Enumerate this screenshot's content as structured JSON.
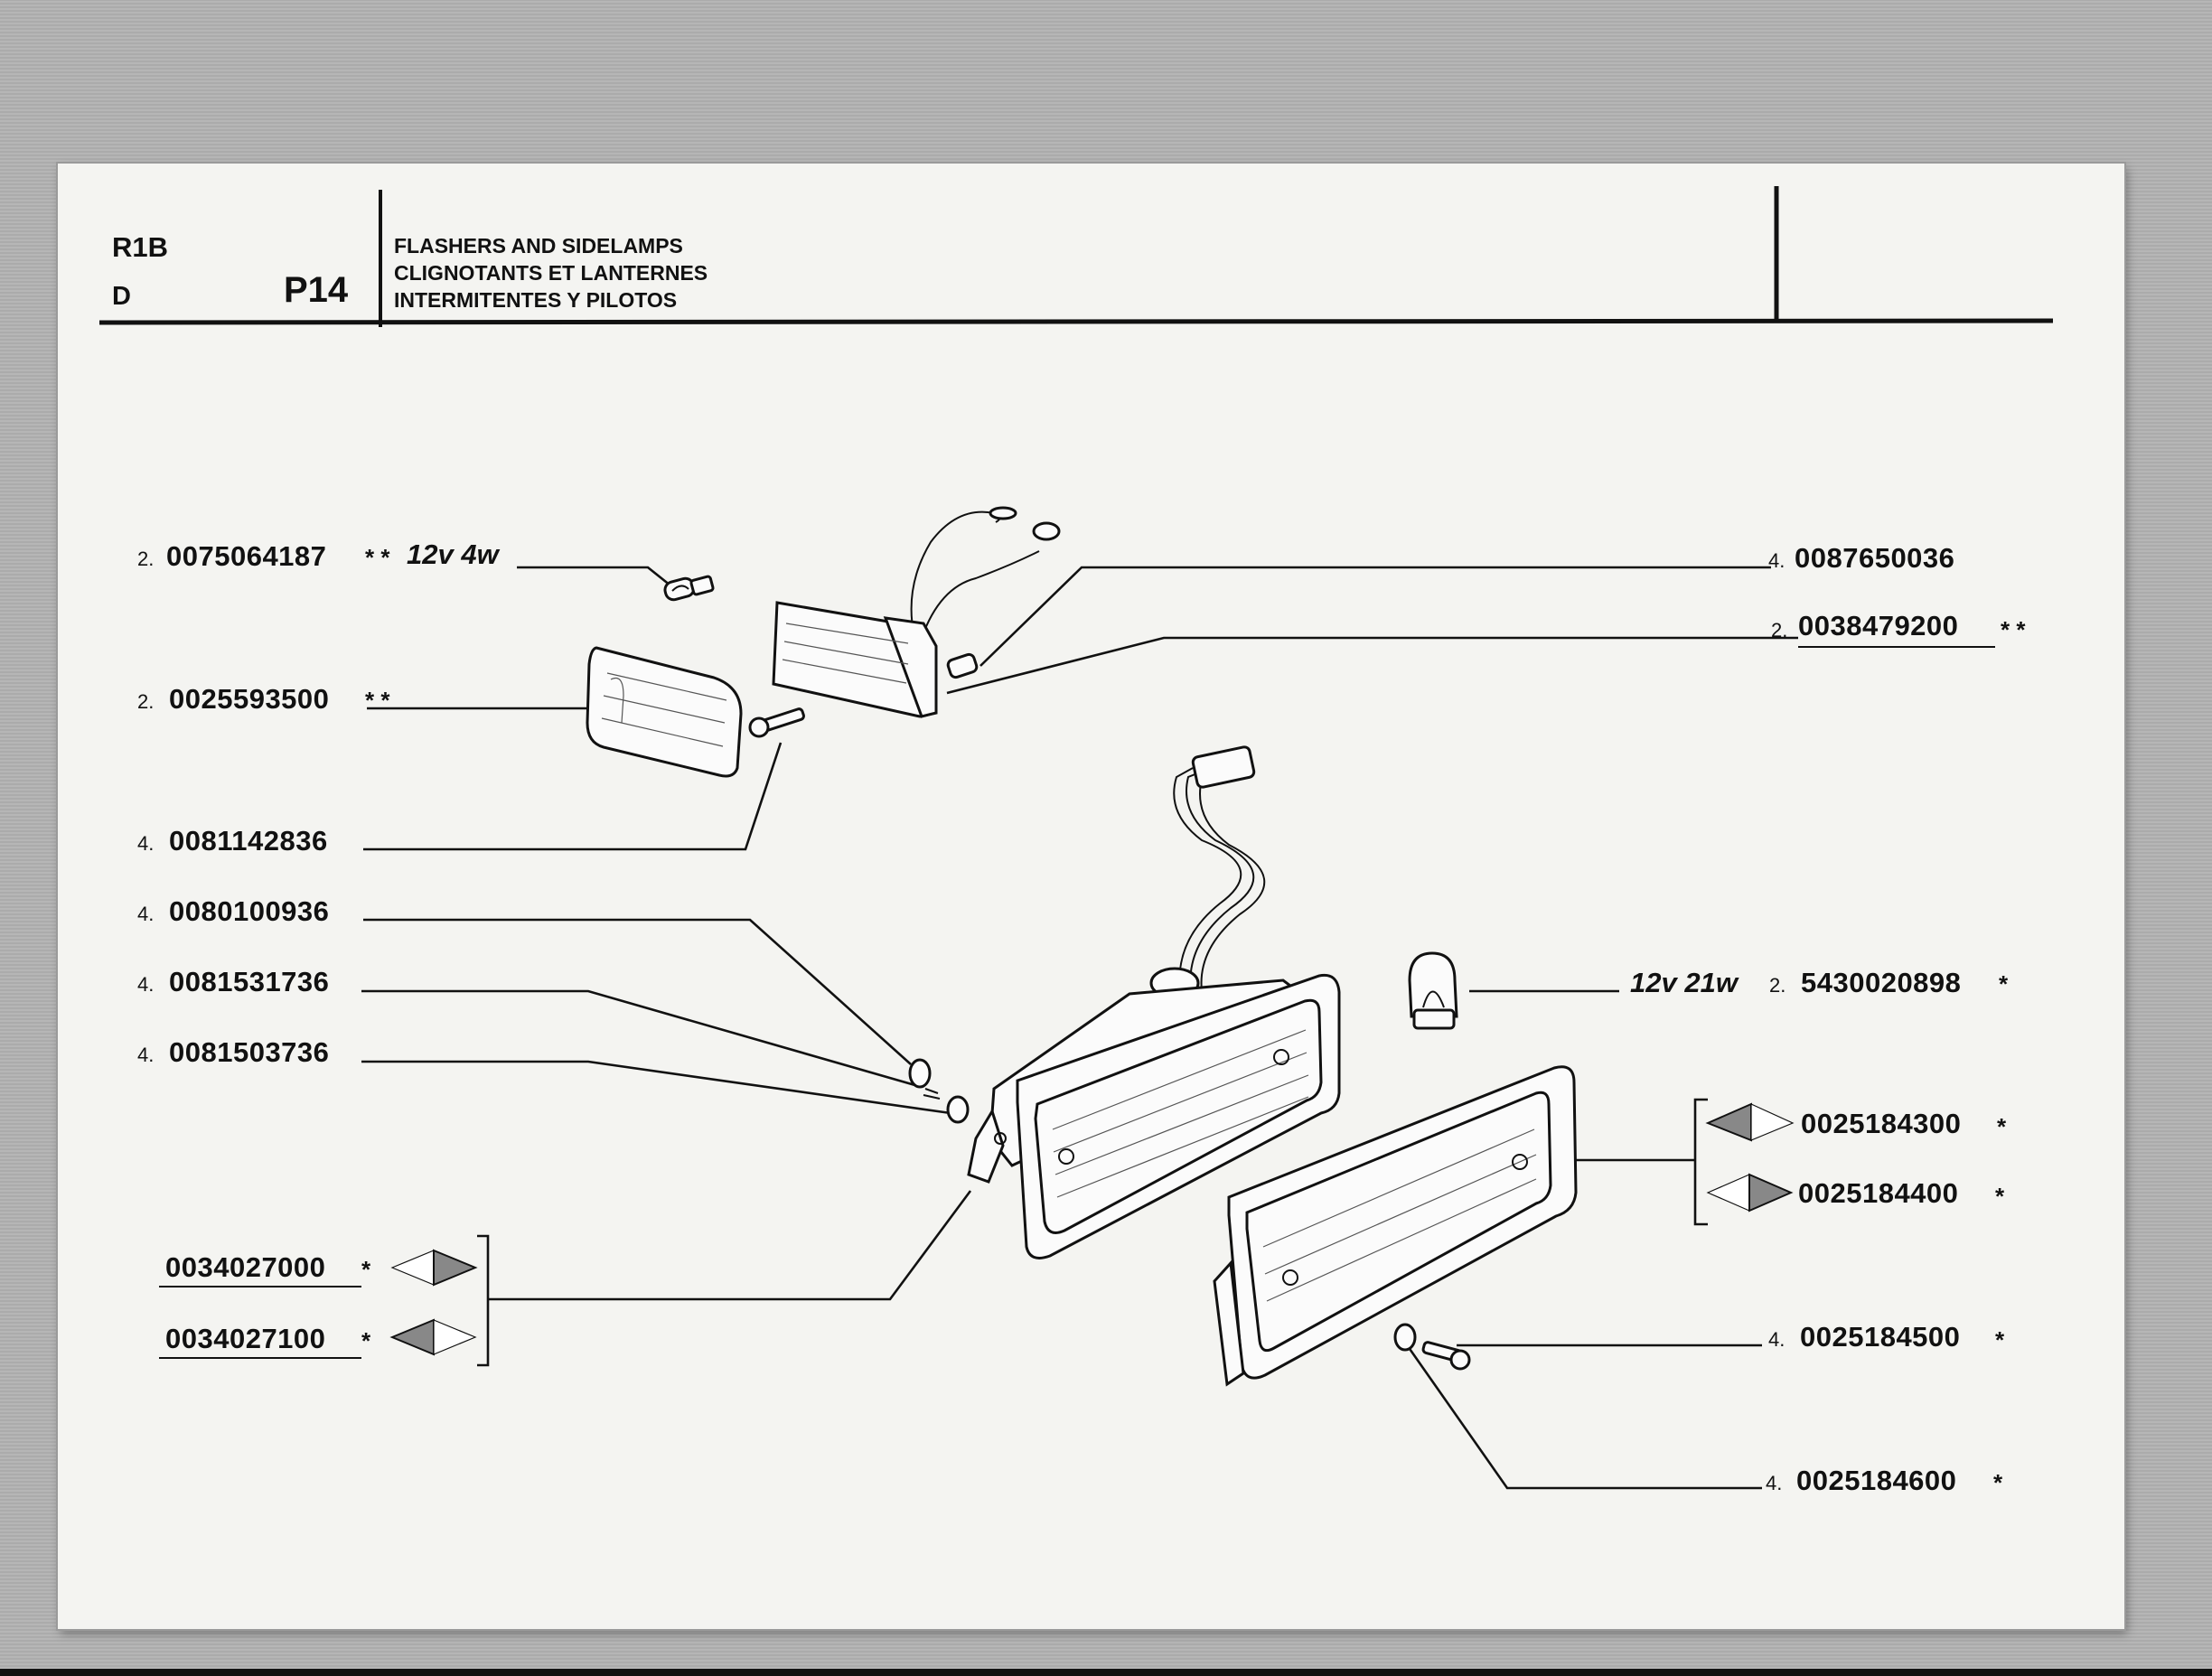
{
  "header": {
    "model": "R1B",
    "variant": "D",
    "page": "P14",
    "titles": [
      "FLASHERS AND SIDELAMPS",
      "CLIGNOTANTS ET LANTERNES",
      "INTERMITENTES Y PILOTOS"
    ]
  },
  "parts": [
    {
      "qty": "2.",
      "number": "0075064187",
      "marks": "* *",
      "spec": "12v 4w"
    },
    {
      "qty": "4.",
      "number": "0087650036",
      "marks": ""
    },
    {
      "qty": "2.",
      "number": "0038479200",
      "marks": "* *"
    },
    {
      "qty": "2.",
      "number": "0025593500",
      "marks": "* *"
    },
    {
      "qty": "4.",
      "number": "0081142836",
      "marks": ""
    },
    {
      "qty": "4.",
      "number": "0080100936",
      "marks": ""
    },
    {
      "qty": "4.",
      "number": "0081531736",
      "marks": ""
    },
    {
      "qty": "4.",
      "number": "0081503736",
      "marks": ""
    },
    {
      "qty": "2.",
      "number": "5430020898",
      "marks": "*",
      "spec": "12v 21w"
    },
    {
      "qty": "",
      "number": "0025184300",
      "marks": "*",
      "side": "left"
    },
    {
      "qty": "",
      "number": "0025184400",
      "marks": "*",
      "side": "right"
    },
    {
      "qty": "",
      "number": "0034027000",
      "marks": "*",
      "side": "right"
    },
    {
      "qty": "",
      "number": "0034027100",
      "marks": "*",
      "side": "left"
    },
    {
      "qty": "4.",
      "number": "0025184500",
      "marks": "*"
    },
    {
      "qty": "4.",
      "number": "0025184600",
      "marks": "*"
    }
  ]
}
